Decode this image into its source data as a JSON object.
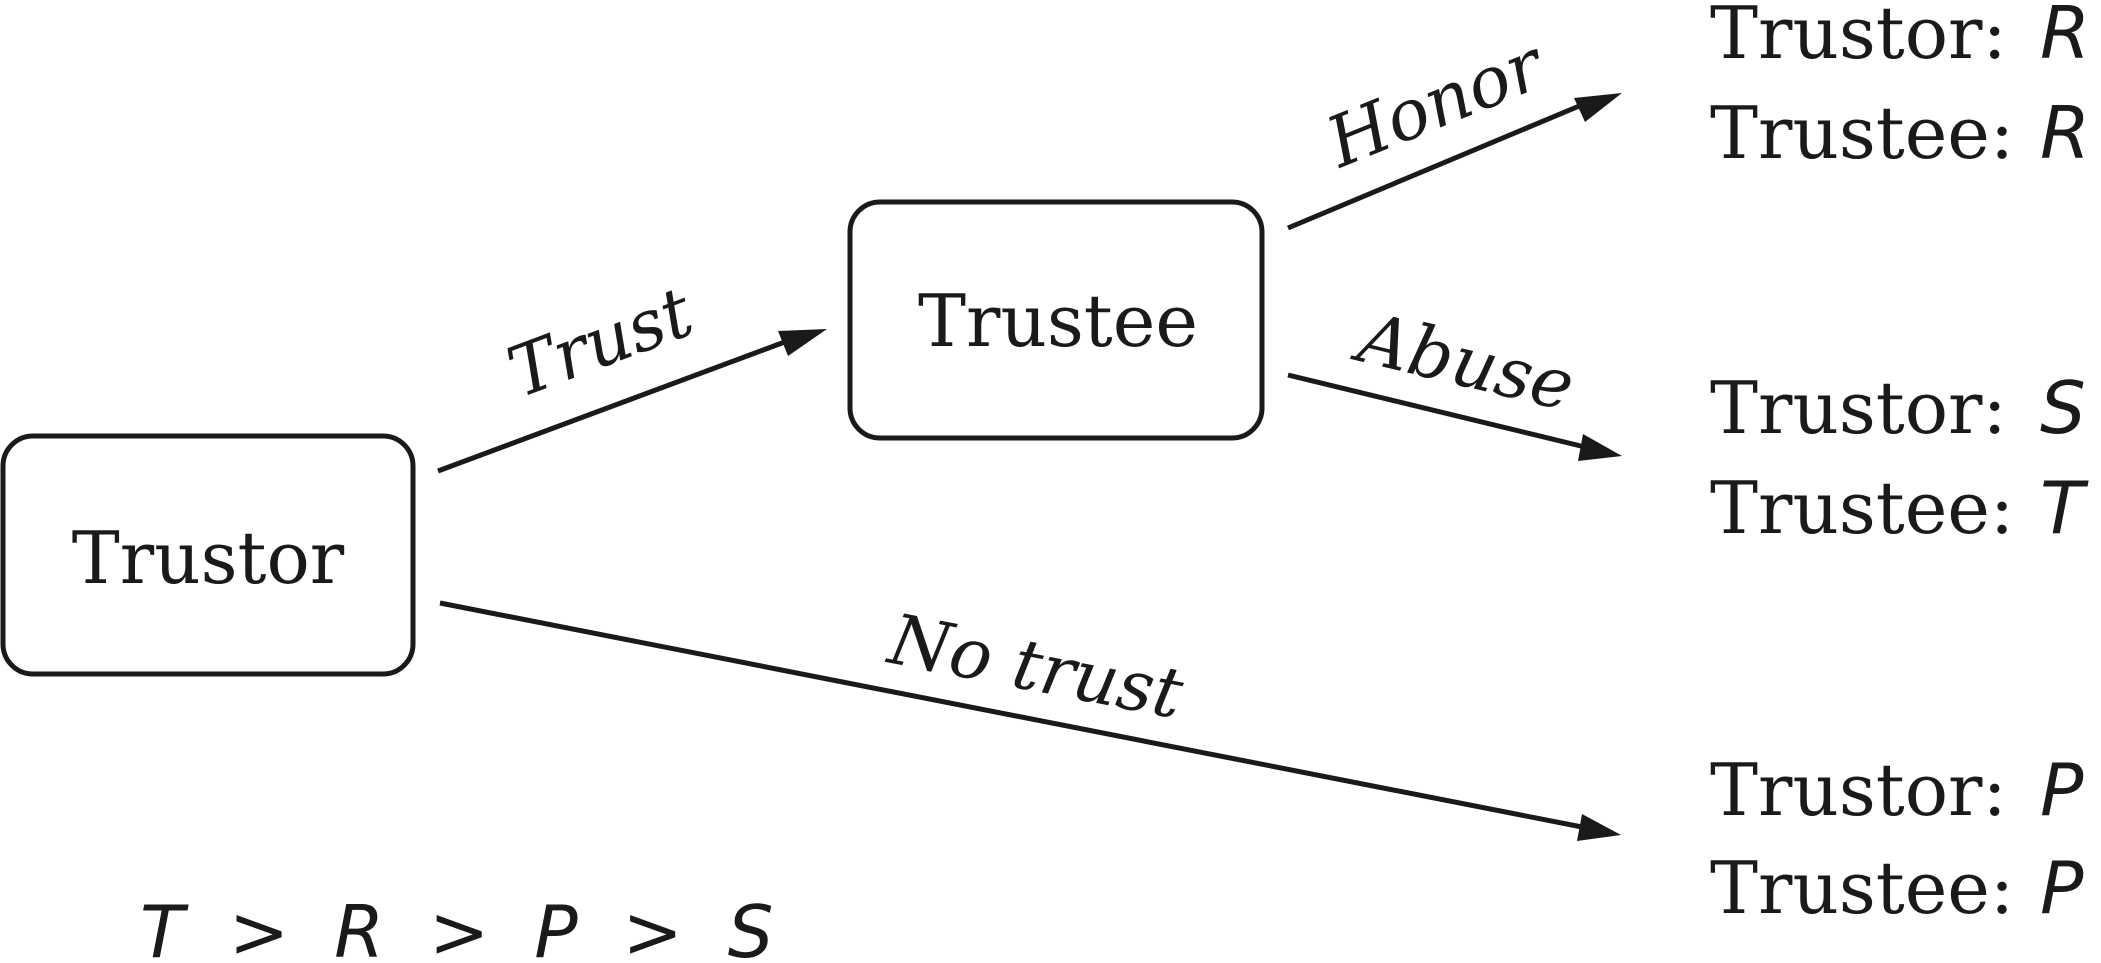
{
  "nodes": {
    "trustor": "Trustor",
    "trustee": "Trustee"
  },
  "edges": {
    "trust": "Trust",
    "no_trust": "No trust",
    "honor": "Honor",
    "abuse": "Abuse"
  },
  "payoffs": [
    {
      "trustor_label": "Trustor:",
      "trustor_value": "R",
      "trustee_label": "Trustee:",
      "trustee_value": "R"
    },
    {
      "trustor_label": "Trustor:",
      "trustor_value": "S",
      "trustee_label": "Trustee:",
      "trustee_value": "T"
    },
    {
      "trustor_label": "Trustor:",
      "trustor_value": "P",
      "trustee_label": "Trustee:",
      "trustee_value": "P"
    }
  ],
  "ordering": {
    "t1": "T",
    "gt1": ">",
    "t2": "R",
    "gt2": ">",
    "t3": "P",
    "gt3": ">",
    "t4": "S"
  }
}
